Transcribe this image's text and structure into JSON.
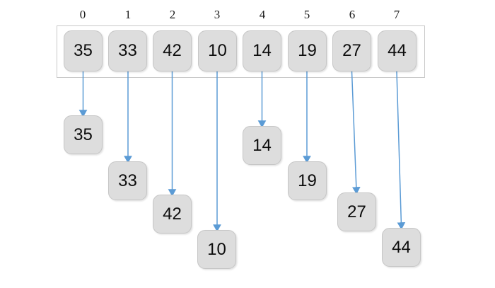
{
  "diagram": {
    "title": "array-element-mapping-diagram",
    "background_color": "#ffffff",
    "box_fill_color": "#dddddd",
    "box_border_color": "#c6c6c6",
    "frame_border_color": "#c9c9c9",
    "arrow_color": "#5b9bd5",
    "text_color": "#0d0d0d"
  },
  "array": {
    "indices": [
      "0",
      "1",
      "2",
      "3",
      "4",
      "5",
      "6",
      "7"
    ],
    "values": [
      "35",
      "33",
      "42",
      "10",
      "14",
      "19",
      "27",
      "44"
    ]
  },
  "outputs": {
    "values": [
      "35",
      "33",
      "42",
      "10",
      "14",
      "19",
      "27",
      "44"
    ]
  }
}
